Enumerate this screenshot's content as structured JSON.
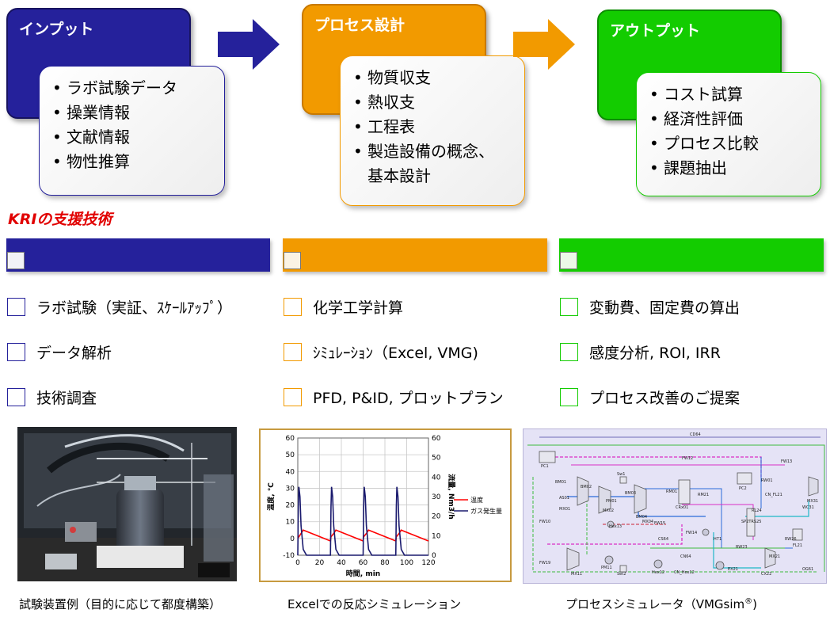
{
  "flow": {
    "input": {
      "title": "インプット",
      "color": "#25219b",
      "items": [
        "ラボ試験データ",
        "操業情報",
        "文献情報",
        "物性推算"
      ]
    },
    "process": {
      "title": "プロセス設計",
      "color": "#f29a00",
      "items": [
        "物質収支",
        "熱収支",
        "工程表",
        "製造設備の概念、",
        "基本設計"
      ]
    },
    "output": {
      "title": "アウトプット",
      "color": "#13cc00",
      "items": [
        "コスト試算",
        "経済性評価",
        "プロセス比較",
        "課題抽出"
      ]
    }
  },
  "support": {
    "heading": "KRIの支援技術",
    "heading_color": "#e10000",
    "columns": [
      {
        "color": "#25219b",
        "items": [
          "ラボ試験（実証、ｽｹｰﾙｱｯﾌﾟ）",
          "データ解析",
          "技術調査"
        ]
      },
      {
        "color": "#f29a00",
        "items": [
          "化学工学計算",
          "ｼﾐｭﾚｰｼｮﾝ（Excel, VMG)",
          "PFD, P&ID, プロットプラン"
        ]
      },
      {
        "color": "#13cc00",
        "items": [
          "変動費、固定費の算出",
          "感度分析, ROI, IRR",
          "プロセス改善のご提案"
        ]
      }
    ]
  },
  "captions": {
    "photo": "試験装置例（目的に応じて都度構築）",
    "chart": "Excelでの反応シミュレーション",
    "sim_main": "プロセスシミュレータ（VMGsim",
    "sim_sup": "®",
    "sim_tail": ")"
  },
  "chart_data": {
    "type": "line",
    "xlabel": "時間, min",
    "ylabel_left": "温度, ℃",
    "ylabel_right": "流量, Nm3/h",
    "xlim": [
      0,
      120
    ],
    "ylim_left": [
      -10,
      60
    ],
    "ylim_right": [
      0,
      60
    ],
    "x_ticks": [
      0,
      20,
      40,
      60,
      80,
      100,
      120
    ],
    "y_left_ticks": [
      -10,
      0,
      10,
      20,
      30,
      40,
      50,
      60
    ],
    "y_right_ticks": [
      0,
      10,
      20,
      30,
      40,
      50,
      60
    ],
    "grid": true,
    "legend_position": "right",
    "series": [
      {
        "name": "温度",
        "color": "#ff0000",
        "axis": "left",
        "x": [
          0,
          2,
          5,
          30,
          30.5,
          33,
          35,
          60,
          60.5,
          63,
          65,
          90,
          90.5,
          93,
          95,
          120
        ],
        "values": [
          0,
          2,
          5,
          -1.5,
          1,
          3,
          5,
          -1.5,
          1,
          3,
          5,
          -1.5,
          1,
          3,
          5,
          -1.5
        ]
      },
      {
        "name": "ガス発生量",
        "color": "#1a1a6e",
        "axis": "right",
        "x": [
          0,
          0.5,
          1,
          2,
          3,
          5,
          8,
          30,
          30.5,
          31,
          32,
          33,
          35,
          38,
          60,
          60.5,
          61,
          62,
          63,
          65,
          68,
          90,
          90.5,
          91,
          92,
          93,
          95,
          98,
          120
        ],
        "values": [
          0,
          25,
          35,
          30,
          15,
          3,
          0,
          0,
          25,
          35,
          30,
          15,
          3,
          0,
          0,
          25,
          35,
          30,
          15,
          3,
          0,
          0,
          25,
          35,
          30,
          15,
          3,
          0,
          0
        ]
      }
    ]
  },
  "simulator": {
    "labels": [
      "CD64",
      "FW12",
      "BM01",
      "FW13",
      "BM02",
      "MX01",
      "MX02",
      "AS01",
      "PC1",
      "Sw1",
      "BM03",
      "BM04",
      "PM01",
      "FW10",
      "Hex13",
      "MX04",
      "CRx01",
      "RM01",
      "RM21",
      "PC2",
      "RW01",
      "CN_FL21",
      "MX31",
      "WC31",
      "FW15",
      "FW14",
      "H71",
      "CN64",
      "CS64",
      "RL24",
      "SP2TRS25",
      "RW23",
      "FL21",
      "RW26",
      "EX21",
      "MX21",
      "CX22",
      "OG61",
      "MX11",
      "PM11",
      "FW19",
      "Hex12",
      "CN_Hex12",
      "Set2"
    ]
  }
}
